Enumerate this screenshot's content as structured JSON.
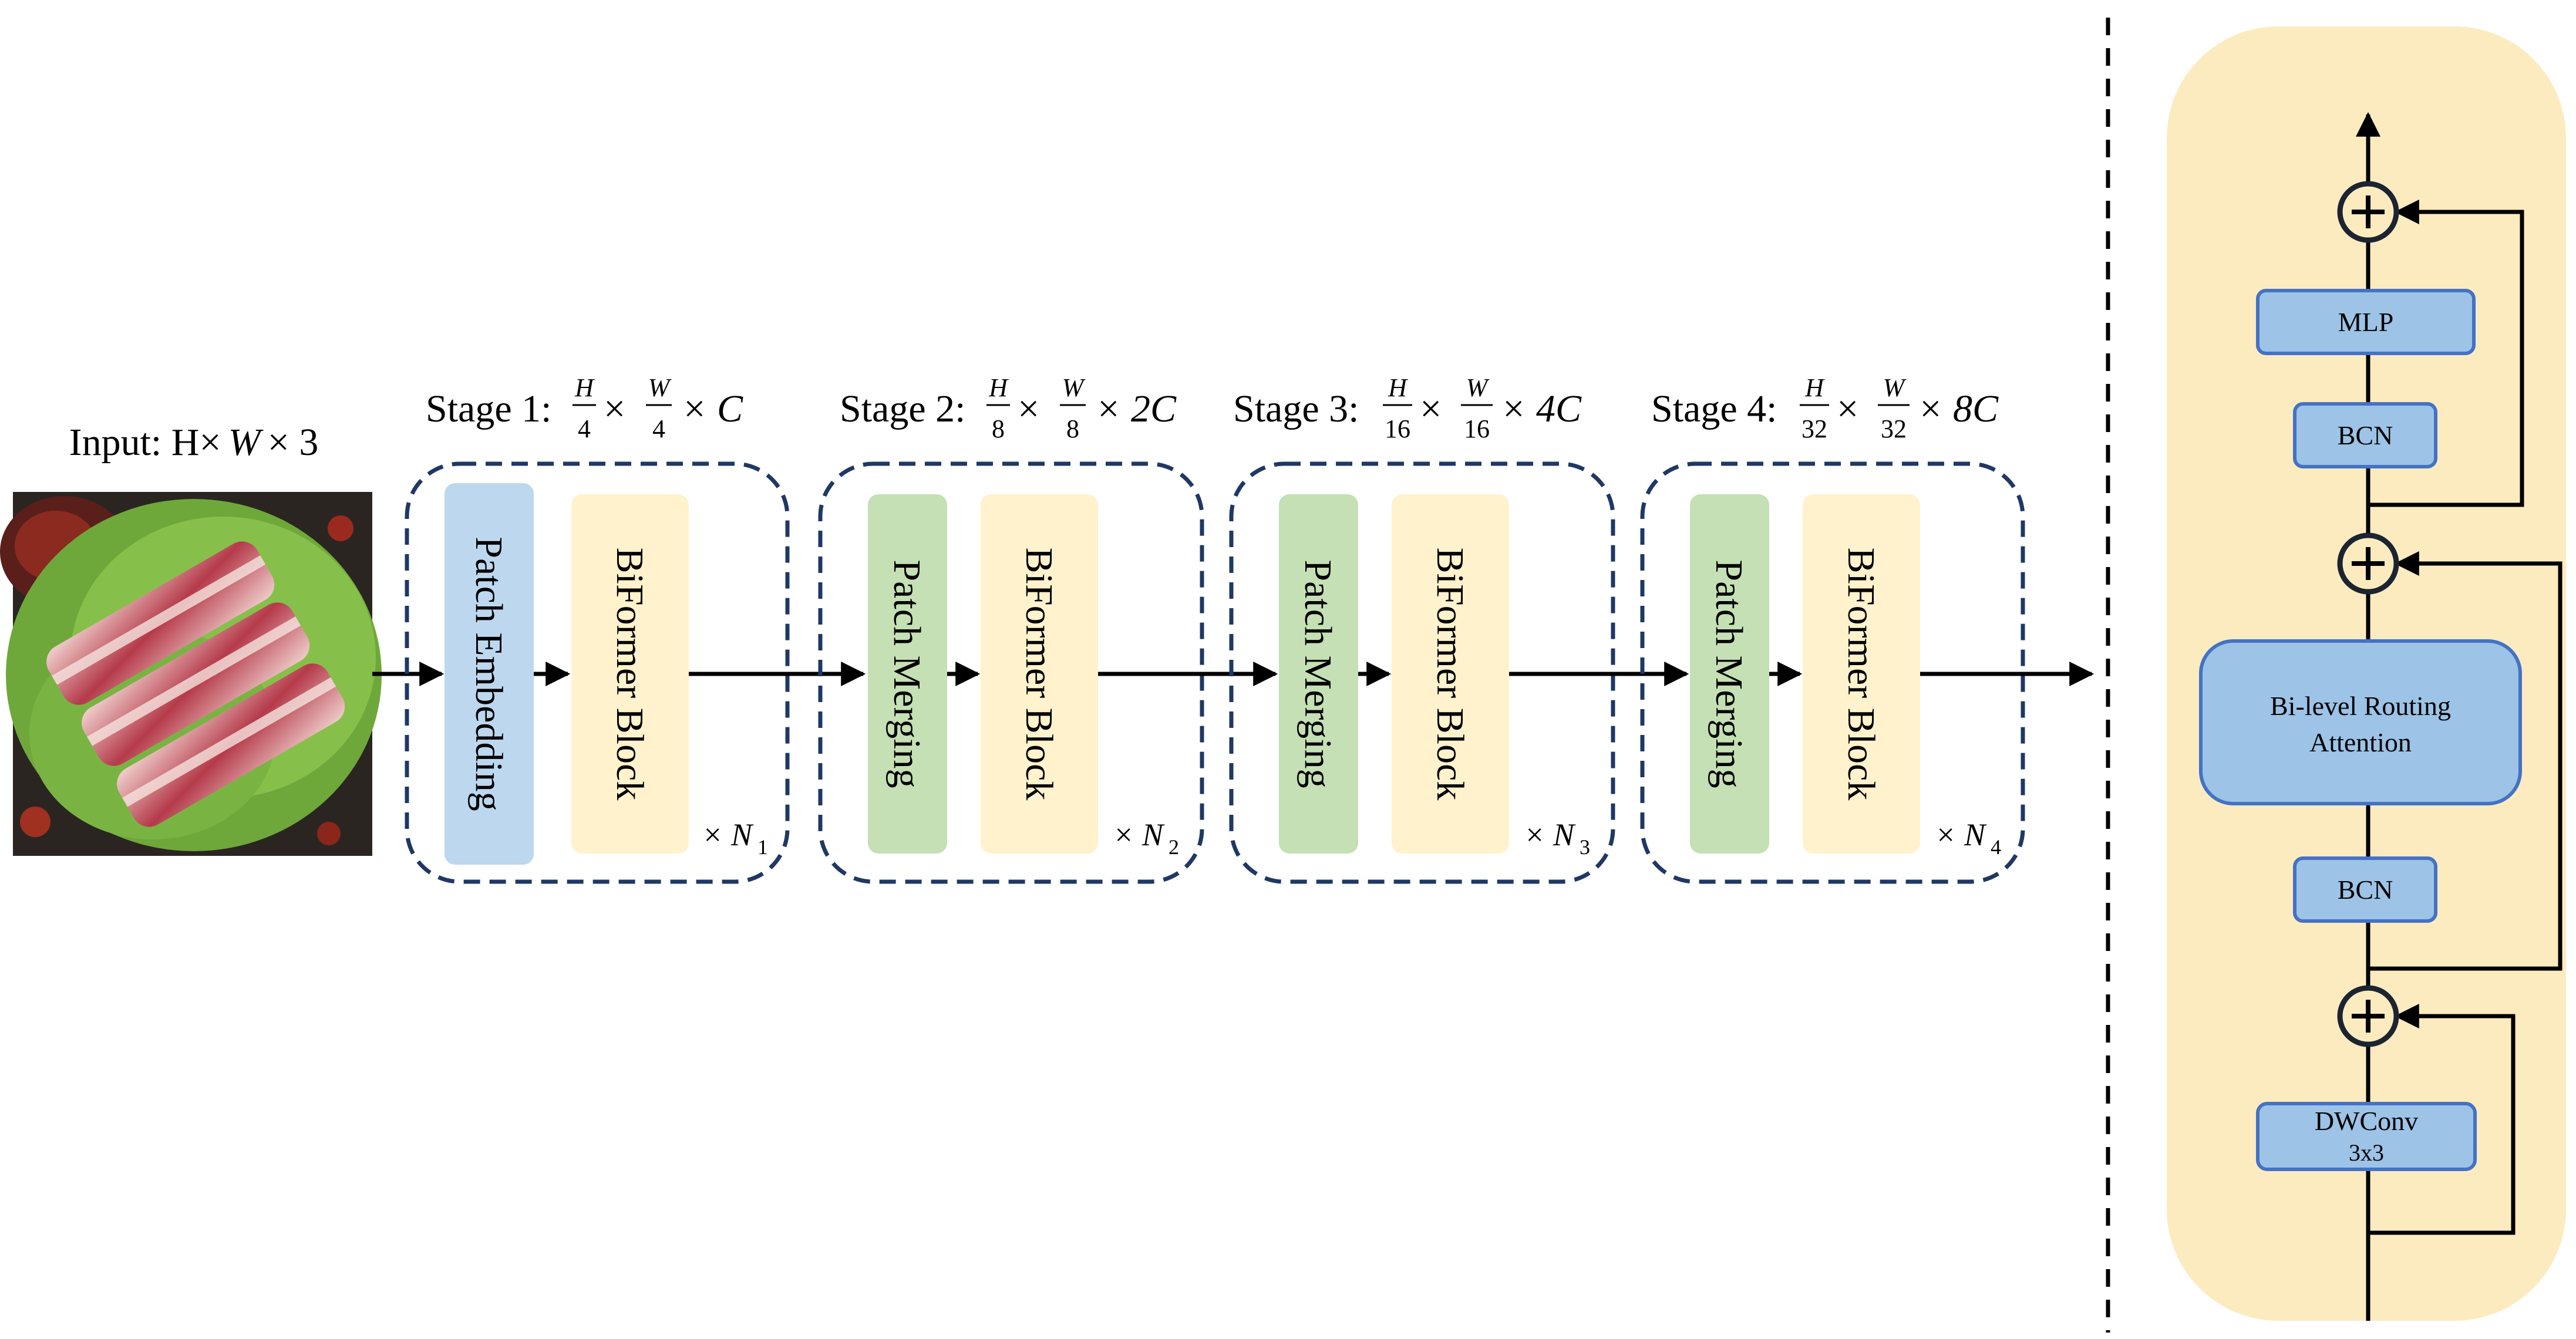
{
  "input": {
    "label_prefix": "Input: H×",
    "label_w": "W",
    "label_suffix": "× 3"
  },
  "stages": [
    {
      "label": "Stage 1:",
      "h_num": "H",
      "h_den": "4",
      "w_num": "W",
      "w_den": "4",
      "channels": "× C",
      "first_block": "Patch Embedding",
      "second_block": "BiFormer Block",
      "repeat": "× N",
      "repeat_sub": "1",
      "first_color": "#bdd7ee"
    },
    {
      "label": "Stage 2:",
      "h_num": "H",
      "h_den": "8",
      "w_num": "W",
      "w_den": "8",
      "channels": "× 2C",
      "first_block": "Patch Merging",
      "second_block": "BiFormer Block",
      "repeat": "× N",
      "repeat_sub": "2",
      "first_color": "#c5e0b4"
    },
    {
      "label": "Stage 3:",
      "h_num": "H",
      "h_den": "16",
      "w_num": "W",
      "w_den": "16",
      "channels": "× 4C",
      "first_block": "Patch Merging",
      "second_block": "BiFormer Block",
      "repeat": "× N",
      "repeat_sub": "3",
      "first_color": "#c5e0b4"
    },
    {
      "label": "Stage 4:",
      "h_num": "H",
      "h_den": "32",
      "w_num": "W",
      "w_den": "32",
      "channels": "× 8C",
      "first_block": "Patch Merging",
      "second_block": "BiFormer Block",
      "repeat": "× N",
      "repeat_sub": "4",
      "first_color": "#c5e0b4"
    }
  ],
  "block_detail": {
    "mlp": "MLP",
    "bcn_top": "BCN",
    "attention_line1": "Bi-level Routing",
    "attention_line2": "Attention",
    "bcn_bottom": "BCN",
    "dwconv_line1": "DWConv",
    "dwconv_line2": "3x3"
  },
  "colors": {
    "biformer_fill": "#fff2cc",
    "detail_panel": "#fdebc0",
    "detail_box": "#9dc3e6",
    "detail_box_border": "#4472c4",
    "stage_border": "#1f3864"
  }
}
